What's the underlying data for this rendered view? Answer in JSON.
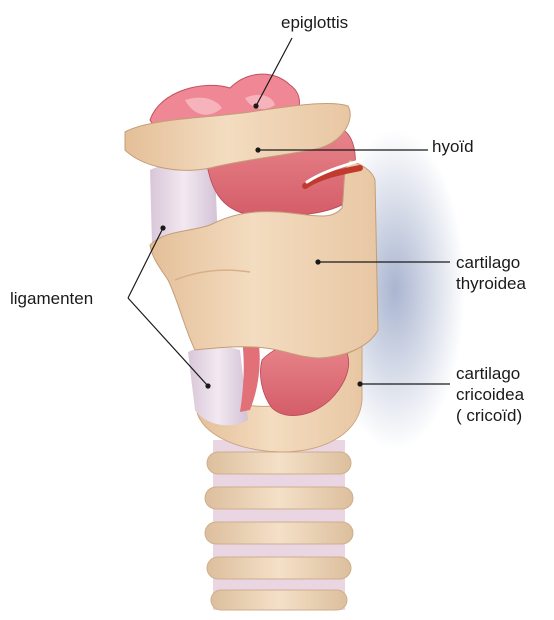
{
  "labels": {
    "epiglottis": "epiglottis",
    "hyoid": "hyoïd",
    "thyroidea": {
      "line1": "cartilago",
      "line2": "thyroidea"
    },
    "ligamenten": "ligamenten",
    "cricoidea": {
      "line1": "cartilago",
      "line2": "cricoidea",
      "line3": "( cricoïd)"
    }
  },
  "colors": {
    "cartilage": "#efd3b3",
    "cartilage_shadow": "#d9b48f",
    "muscle": "#e0717a",
    "muscle_dark": "#c7505c",
    "ligament": "#e8dbe6",
    "ligament_shade": "#cfbfd3",
    "epiglottis_pink": "#f08a97",
    "shadow": "#9aa6c4",
    "leader_line": "#1a1a1a"
  }
}
